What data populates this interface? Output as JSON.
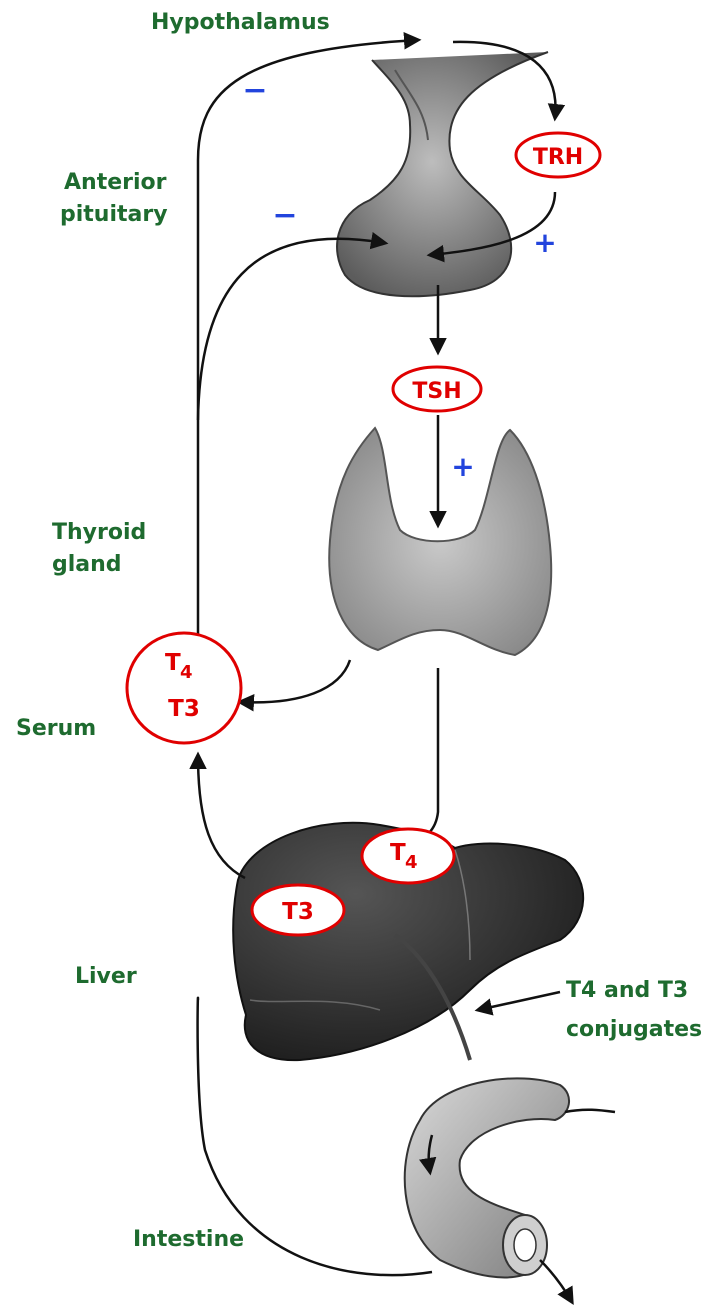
{
  "colors": {
    "label_green": "#1e6b2f",
    "hormone_red": "#e00000",
    "sign_blue": "#2244dd",
    "organ_fill": "#9a9a9a",
    "liver_fill": "#2c2c2c",
    "arrow": "#111111"
  },
  "labels": {
    "hypothalamus": "Hypothalamus",
    "anterior_pituitary_line1": "Anterior",
    "anterior_pituitary_line2": "pituitary",
    "thyroid_line1": "Thyroid",
    "thyroid_line2": "gland",
    "serum": "Serum",
    "liver": "Liver",
    "intestine": "Intestine",
    "conjugates_line1": "T4 and T3",
    "conjugates_line2": "conjugates"
  },
  "hormones": {
    "trh": "TRH",
    "tsh": "TSH",
    "serum_t4": "T",
    "serum_t4_sub": "4",
    "serum_t3": "T3",
    "liver_t4": "T",
    "liver_t4_sub": "4",
    "liver_t3": "T3"
  },
  "signs": {
    "hypothalamus_feedback": "−",
    "pituitary_feedback": "−",
    "trh_stimulation": "+",
    "tsh_stimulation": "+"
  }
}
